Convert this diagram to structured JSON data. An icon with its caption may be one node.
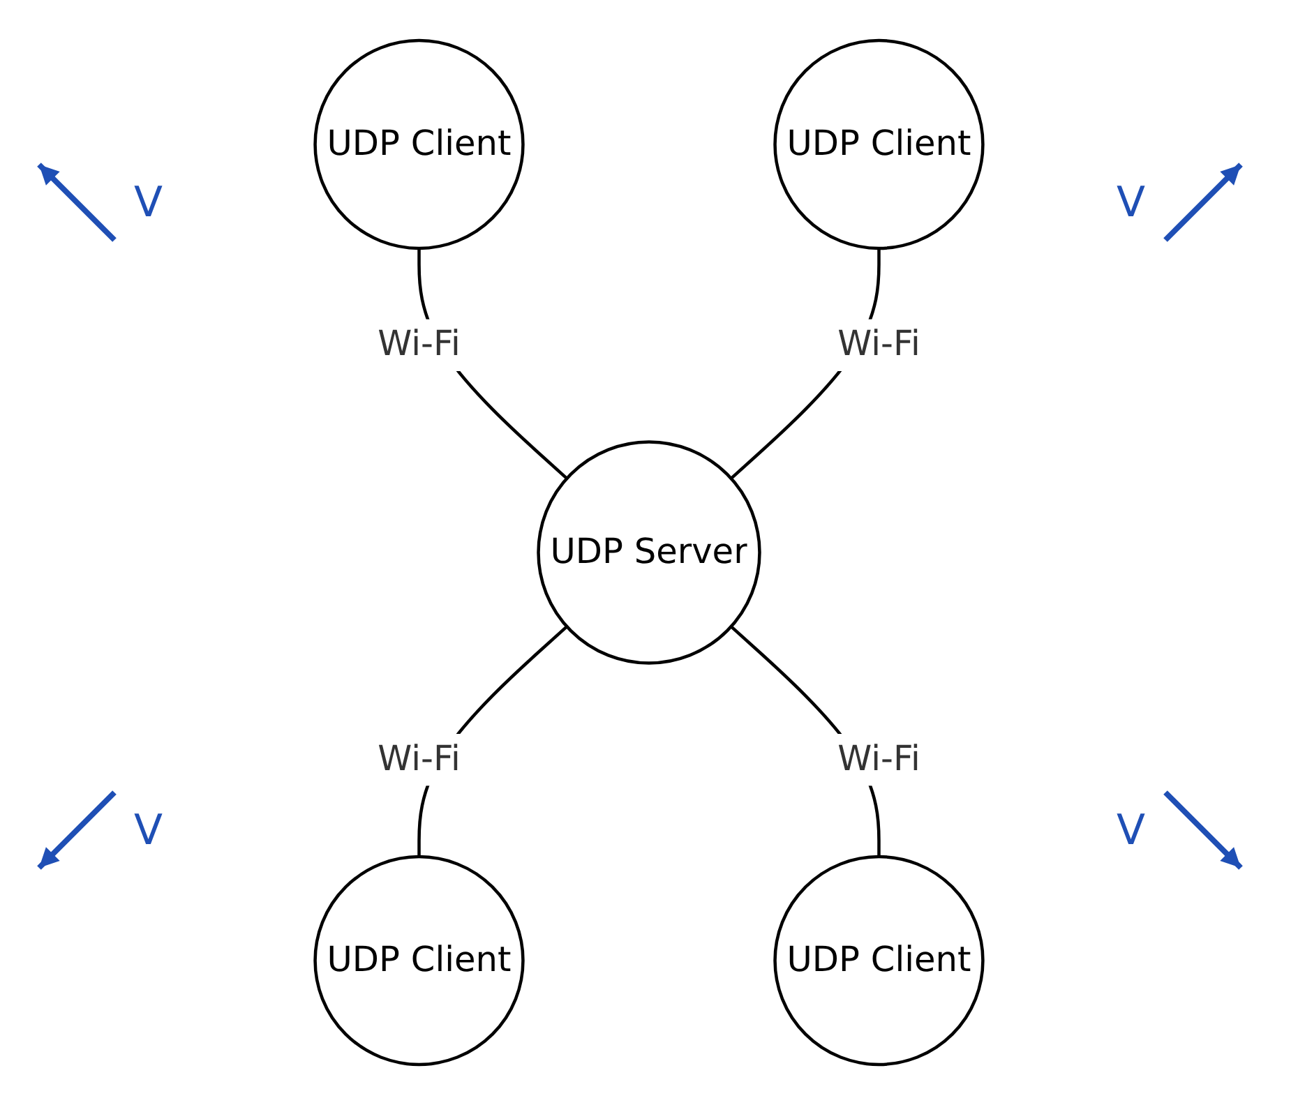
{
  "diagram": {
    "nodes": [
      {
        "text": [
          "UDP Client"
        ]
      },
      {
        "text": [
          "UDP Client"
        ]
      },
      {
        "text": [
          "UDP Server"
        ]
      },
      {
        "text": [
          "UDP Client"
        ]
      },
      {
        "text": [
          "UDP Client"
        ]
      }
    ],
    "edges": [
      {
        "from": 0,
        "to": 2,
        "arrow": "none",
        "label": "Wi-Fi"
      },
      {
        "from": 1,
        "to": 2,
        "arrow": "none",
        "label": "Wi-Fi"
      },
      {
        "from": 2,
        "to": 3,
        "arrow": "none",
        "label": "Wi-Fi"
      },
      {
        "from": 2,
        "to": 4,
        "arrow": "none",
        "label": "Wi-Fi"
      }
    ],
    "labels": [
      "V",
      "V",
      "V",
      "V"
    ]
  }
}
